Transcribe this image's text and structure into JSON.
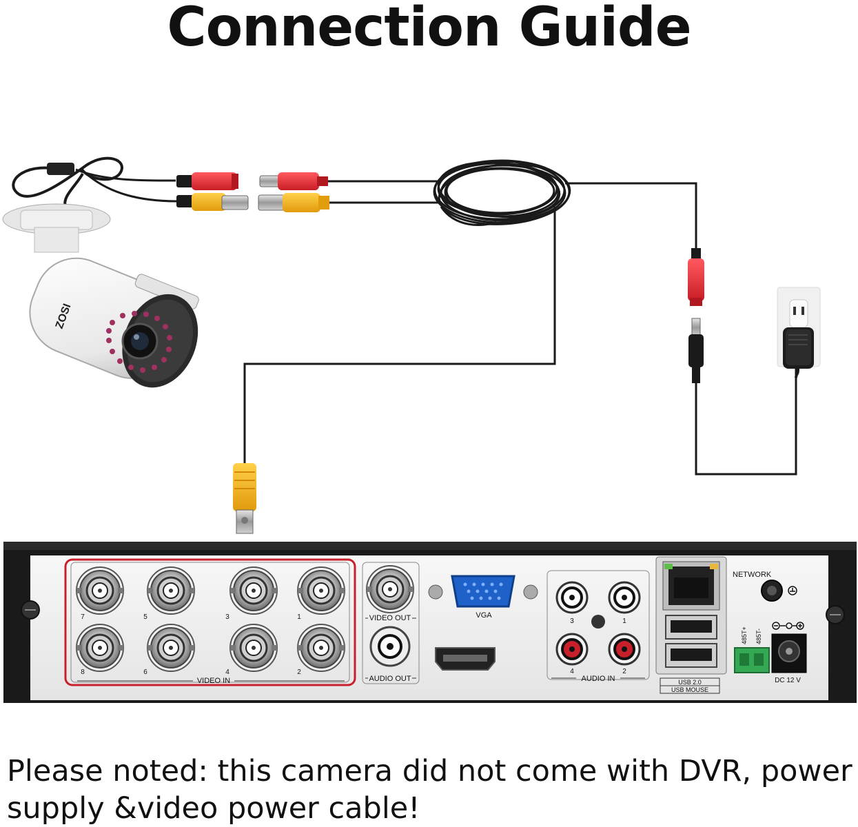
{
  "title": "Connection Guide",
  "note": "Please noted: this camera did not come with DVR, power supply &video power cable!",
  "camera": {
    "brand": "ZOSI"
  },
  "dvr": {
    "video_in_ports": [
      "7",
      "5",
      "3",
      "1",
      "8",
      "6",
      "4",
      "2"
    ],
    "video_in_label": "VIDEO IN",
    "video_out_label": "VIDEO OUT",
    "audio_out_label": "AUDIO OUT",
    "vga_label": "VGA",
    "audio_in_ports": [
      "3",
      "1",
      "4",
      "2"
    ],
    "audio_in_label": "AUDIO IN",
    "network_label": "NETWORK",
    "usb_label": "USB 2.0",
    "usb_mouse_label": "USB MOUSE",
    "rs485_plus_label": "485T+",
    "rs485_minus_label": "485T-",
    "dc_label": "DC 12 V"
  },
  "colors": {
    "video_connector": "#f2b51c",
    "power_connector": "#e8333b",
    "video_in_highlight": "#c8202a",
    "cable": "#1a1a1a"
  }
}
